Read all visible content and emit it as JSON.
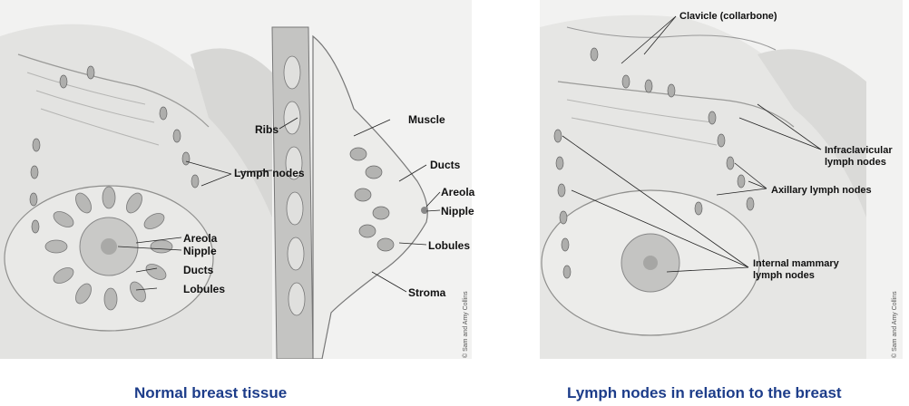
{
  "left_figure": {
    "caption": "Normal breast tissue",
    "credit": "© Sam and Amy Collins",
    "front_view_labels": {
      "lymph_nodes": "Lymph nodes",
      "areola": "Areola",
      "nipple": "Nipple",
      "ducts": "Ducts",
      "lobules": "Lobules"
    },
    "side_view_labels": {
      "ribs": "Ribs",
      "muscle": "Muscle",
      "ducts": "Ducts",
      "areola": "Areola",
      "nipple": "Nipple",
      "lobules": "Lobules",
      "stroma": "Stroma"
    }
  },
  "right_figure": {
    "caption": "Lymph nodes in relation to the breast",
    "credit": "© Sam and Amy Collins",
    "labels": {
      "clavicle": "Clavicle (collarbone)",
      "infraclavicular": "Infraclavicular lymph nodes",
      "axillary": "Axillary lymph nodes",
      "internal_mammary": "Internal mammary lymph nodes"
    }
  }
}
